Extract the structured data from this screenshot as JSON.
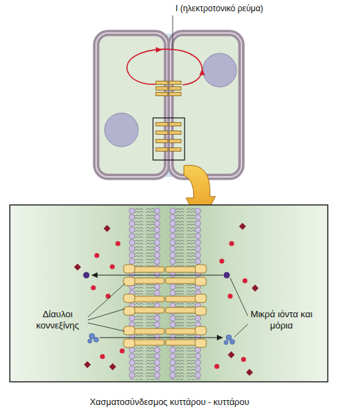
{
  "diagram": {
    "caption": "Χασματοσύνδεσμος κυττάρου - κυττάρου",
    "labels": [
      "I (ηλεκτροτονικό ρεύμα)",
      "Δίαυλοι κοννεξίνης",
      "Μικρά ιόντα και μόρια"
    ]
  }
}
